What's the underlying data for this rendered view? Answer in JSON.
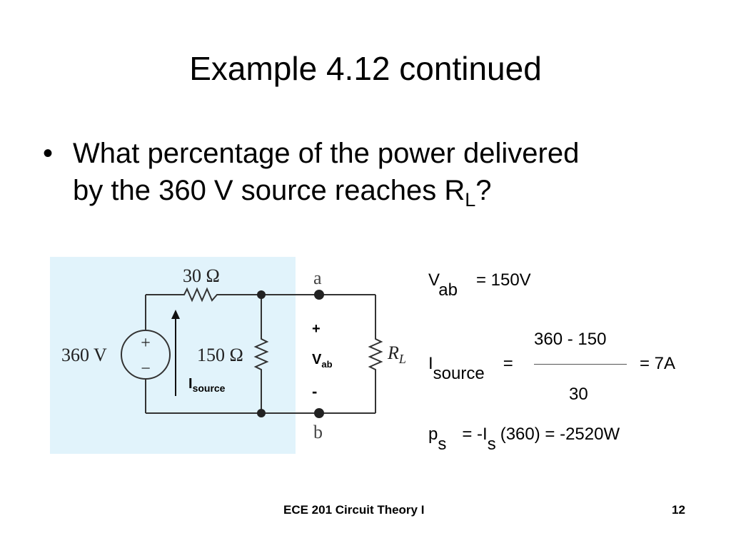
{
  "slide": {
    "title": "Example 4.12 continued",
    "bullet": {
      "mark": "•",
      "line1": "What percentage of the power delivered",
      "line2_pre": "by the 360 V source reaches R",
      "line2_sub": "L",
      "line2_post": "?"
    }
  },
  "circuit": {
    "bg_color": "#e1f3fb",
    "r1_label": "30 Ω",
    "source_label": "360 V",
    "plus_sign": "+",
    "minus_sign": "−",
    "r2_label": "150 Ω",
    "current_main": "I",
    "current_sub": "source",
    "node_a": "a",
    "node_b": "b",
    "vab_plus": "+",
    "vab_main": "V",
    "vab_sub": "ab",
    "vab_minus": "-",
    "rl_main": "R",
    "rl_sub": "L"
  },
  "equations": {
    "vab": {
      "main": "V",
      "sub": "ab",
      "rest": "=  150V"
    },
    "isource": {
      "main": "I",
      "sub": "source",
      "eq1": "=",
      "numerator": "360  -  150",
      "denominator": "30",
      "eq2": "=  7A"
    },
    "ps": {
      "main": "p",
      "sub": "s",
      "mid": "=  -I",
      "sub2": "s",
      "rest": "(360)  =  -2520W"
    }
  },
  "footer": {
    "course": "ECE 201 Circuit Theory I",
    "page": "12"
  }
}
